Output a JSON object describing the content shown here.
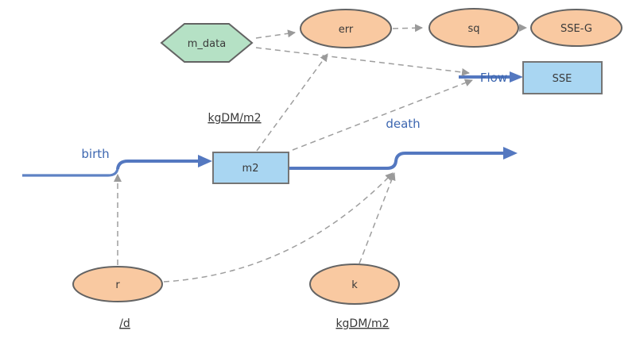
{
  "diagram": {
    "type": "stock-and-flow-model",
    "nodes": {
      "m_data": {
        "label": "m_data",
        "shape": "hexagon"
      },
      "err": {
        "label": "err",
        "shape": "ellipse"
      },
      "sq": {
        "label": "sq",
        "shape": "ellipse"
      },
      "sse_g": {
        "label": "SSE-G",
        "shape": "ellipse"
      },
      "sse": {
        "label": "SSE",
        "shape": "stock"
      },
      "m2": {
        "label": "m2",
        "shape": "stock"
      },
      "r": {
        "label": "r",
        "shape": "ellipse"
      },
      "k": {
        "label": "k",
        "shape": "ellipse"
      }
    },
    "flows": {
      "birth": {
        "label": "birth"
      },
      "death": {
        "label": "death"
      },
      "flow": {
        "label": "Flow"
      }
    },
    "units": {
      "m2_units": "kgDM/m2",
      "r_units": "/d",
      "k_units": "kgDM/m2"
    },
    "colors": {
      "converter_fill": "#F9C9A1",
      "data_fill": "#B5E1C5",
      "stock_fill": "#A9D6F2",
      "shape_stroke": "#636363",
      "flow_pipe": "#5478C0",
      "flow_label": "#3C66B0",
      "connector": "#9E9E9E",
      "label_text": "#3A3A3A"
    }
  }
}
